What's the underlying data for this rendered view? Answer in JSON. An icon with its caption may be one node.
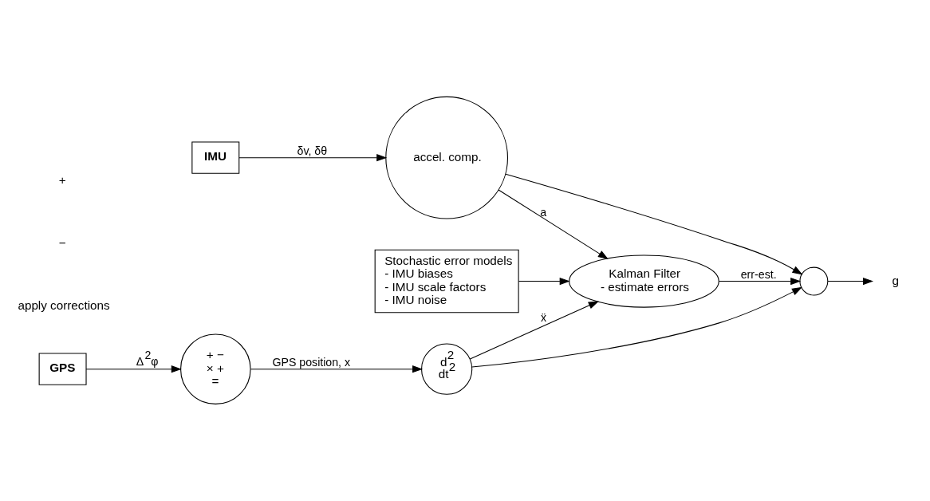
{
  "diagram": {
    "nodes": [
      {
        "text": [
          "IMU"
        ]
      },
      {
        "text": [
          "accel. comp."
        ]
      },
      {
        "text": [
          "Stochastic error models",
          "- IMU biases",
          "- IMU scale factors",
          "- IMU noise"
        ]
      },
      {
        "text": [
          "Kalman Filter",
          "- estimate errors"
        ]
      },
      {
        "text": [],
        "shape": "circle"
      },
      {
        "text": [
          "g"
        ]
      },
      {
        "text": [
          "GPS"
        ]
      },
      {
        "text": [
          "+ −",
          "× +",
          "="
        ]
      },
      {
        "text": [
          "d$^{2}$",
          "dt$^{2}$"
        ]
      }
    ],
    "edges": [
      {
        "from": 0,
        "to": 1,
        "arrow": "to",
        "label": "δv, δθ"
      },
      {
        "from": 1,
        "to": 3,
        "arrow": "to",
        "label": "a"
      },
      {
        "from": 1,
        "to": 4,
        "arrow": "to"
      },
      {
        "from": 2,
        "to": 3,
        "arrow": "to"
      },
      {
        "from": 3,
        "to": 4,
        "arrow": "to",
        "label": "err-est."
      },
      {
        "from": 4,
        "to": 5,
        "arrow": "to"
      },
      {
        "from": 6,
        "to": 7,
        "arrow": "to",
        "label": "Δ$^{2}$φ"
      },
      {
        "from": 7,
        "to": 8,
        "arrow": "to",
        "label": "GPS position, x"
      },
      {
        "from": 8,
        "to": 3,
        "arrow": "to",
        "label": "ẍ"
      },
      {
        "from": 8,
        "to": 4,
        "arrow": "to"
      }
    ],
    "labels": [
      "apply corrections",
      "−",
      "+"
    ]
  }
}
